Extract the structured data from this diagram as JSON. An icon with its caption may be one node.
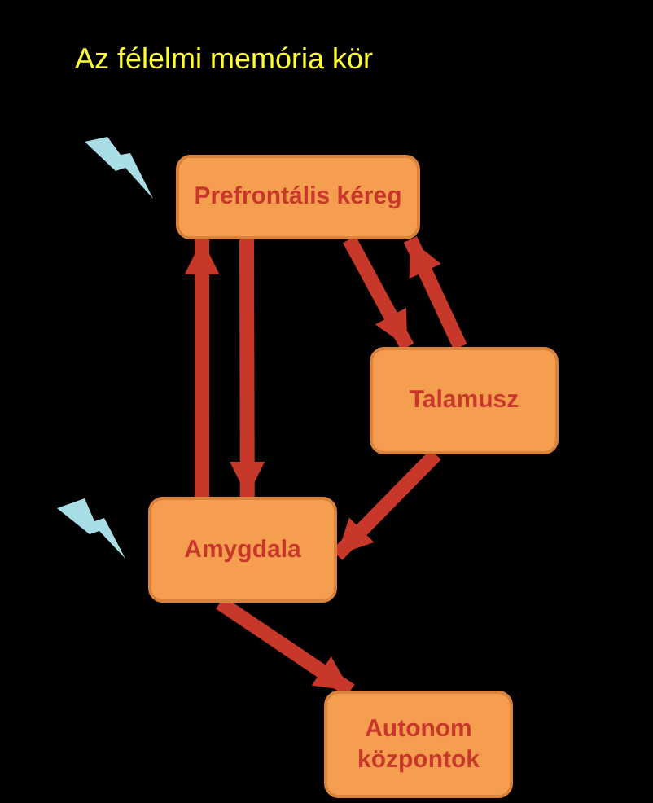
{
  "diagram": {
    "title": "Az félelmi memória kör",
    "nodes": [
      {
        "text": [
          "Prefrontális kéreg"
        ]
      },
      {
        "text": [
          "Talamusz"
        ]
      },
      {
        "text": [
          "Amygdala"
        ]
      },
      {
        "text": [
          "Autonom központok"
        ]
      }
    ],
    "edges": [
      {
        "from": 0,
        "to": 2,
        "arrow": "to"
      },
      {
        "from": 2,
        "to": 0,
        "arrow": "to"
      },
      {
        "from": 0,
        "to": 1,
        "arrow": "to"
      },
      {
        "from": 1,
        "to": 0,
        "arrow": "to"
      },
      {
        "from": 1,
        "to": 2,
        "arrow": "to"
      },
      {
        "from": 2,
        "to": 3,
        "arrow": "to"
      }
    ]
  }
}
